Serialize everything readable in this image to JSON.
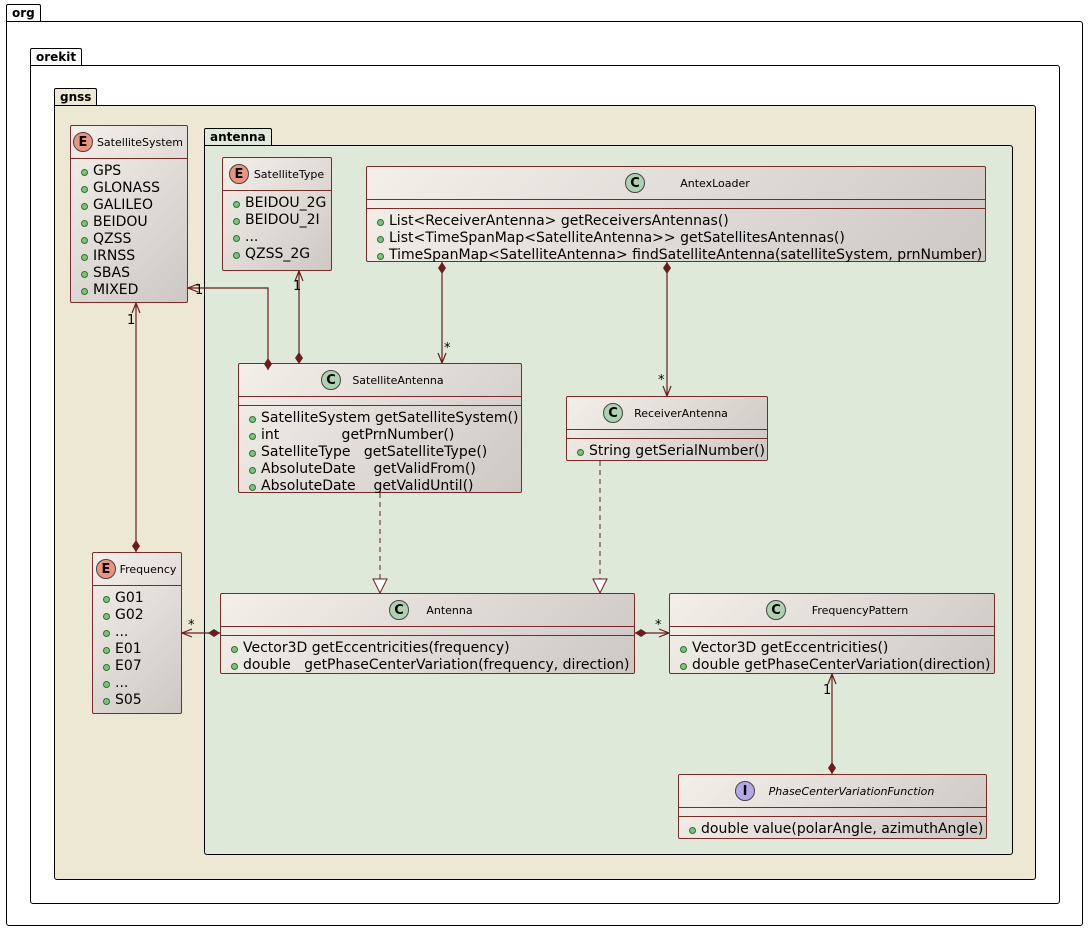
{
  "packages": {
    "org": "org",
    "orekit": "orekit",
    "gnss": "gnss",
    "antenna": "antenna"
  },
  "colors": {
    "gnss_bg": "#ece8d3",
    "antenna_bg": "#dee9d9",
    "link": "#6b1d1d"
  },
  "classes": {
    "satellite_system": {
      "stereotype": "E",
      "name": "SatelliteSystem",
      "members": [
        "GPS",
        "GLONASS",
        "GALILEO",
        "BEIDOU",
        "QZSS",
        "IRNSS",
        "SBAS",
        "MIXED"
      ]
    },
    "satellite_type": {
      "stereotype": "E",
      "name": "SatelliteType",
      "members": [
        "BEIDOU_2G",
        "BEIDOU_2I",
        "...",
        "QZSS_2G"
      ]
    },
    "antex_loader": {
      "stereotype": "C",
      "name": "AntexLoader",
      "members": [
        "List<ReceiverAntenna> getReceiversAntennas()",
        "List<TimeSpanMap<SatelliteAntenna>> getSatellitesAntennas()",
        "TimeSpanMap<SatelliteAntenna> findSatelliteAntenna(satelliteSystem, prnNumber)"
      ]
    },
    "satellite_antenna": {
      "stereotype": "C",
      "name": "SatelliteAntenna",
      "members": [
        "SatelliteSystem getSatelliteSystem()",
        "int              getPrnNumber()",
        "SatelliteType   getSatelliteType()",
        "AbsoluteDate    getValidFrom()",
        "AbsoluteDate    getValidUntil()"
      ]
    },
    "receiver_antenna": {
      "stereotype": "C",
      "name": "ReceiverAntenna",
      "members": [
        "String getSerialNumber()"
      ]
    },
    "frequency": {
      "stereotype": "E",
      "name": "Frequency",
      "members": [
        "G01",
        "G02",
        "...",
        "E01",
        "E07",
        "...",
        "S05"
      ]
    },
    "antenna": {
      "stereotype": "C",
      "name": "Antenna",
      "members": [
        "Vector3D getEccentricities(frequency)",
        "double   getPhaseCenterVariation(frequency, direction)"
      ]
    },
    "frequency_pattern": {
      "stereotype": "C",
      "name": "FrequencyPattern",
      "members": [
        "Vector3D getEccentricities()",
        "double getPhaseCenterVariation(direction)"
      ]
    },
    "pcv_function": {
      "stereotype": "I",
      "name": "PhaseCenterVariationFunction",
      "members": [
        "double value(polarAngle, azimuthAngle)"
      ]
    }
  },
  "multiplicities": {
    "sat_system_to_sat_antenna": "1",
    "sat_type_to_sat_antenna": "1",
    "sat_system_to_frequency": "1",
    "antex_to_sat_antenna": "*",
    "antex_to_receiver_antenna": "*",
    "antenna_to_frequency": "*",
    "antenna_to_frequency_pattern": "*",
    "frequency_pattern_to_pcv": "1"
  }
}
